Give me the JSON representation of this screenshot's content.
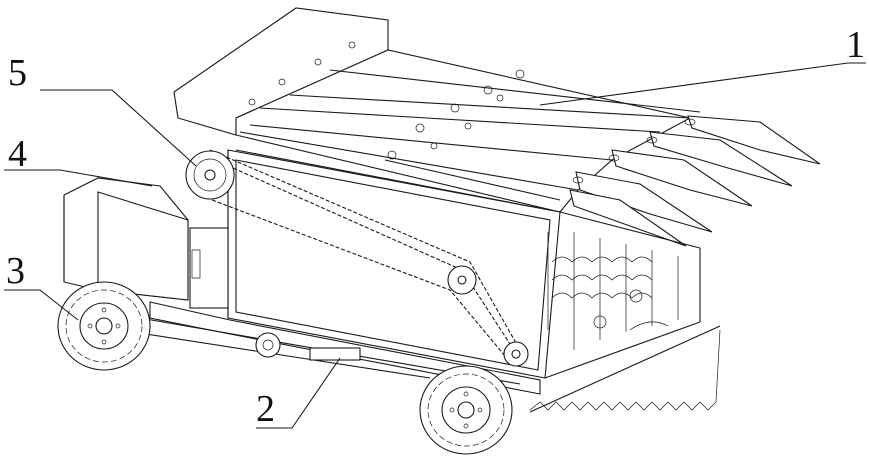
{
  "figure": {
    "callouts": [
      {
        "id": "1",
        "text": "1"
      },
      {
        "id": "2",
        "text": "2"
      },
      {
        "id": "3",
        "text": "3"
      },
      {
        "id": "4",
        "text": "4"
      },
      {
        "id": "5",
        "text": "5"
      }
    ]
  }
}
